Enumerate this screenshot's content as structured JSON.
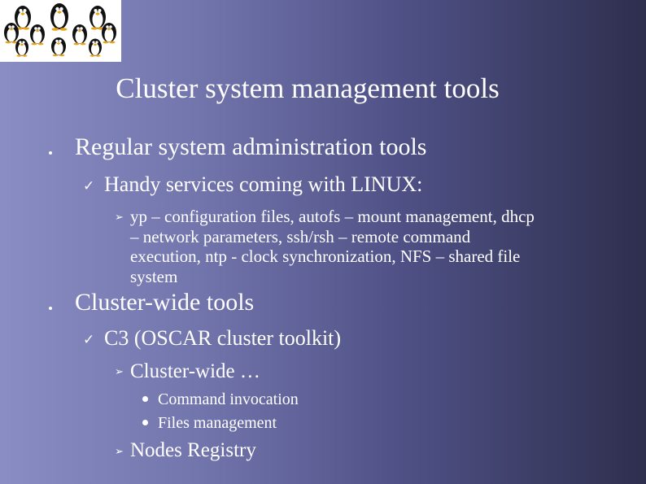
{
  "slide": {
    "title": "Cluster system management tools",
    "colors": {
      "bg_left": "#8a8cc4",
      "bg_right": "#2e2f4e",
      "text": "#ffffff"
    },
    "logo_icon": "penguin-group-logo",
    "bullets": [
      {
        "level": 1,
        "marker": "small-dot",
        "text": "Regular system administration tools",
        "children": [
          {
            "level": 2,
            "marker": "checkmark",
            "text": "Handy services coming with LINUX:",
            "children": [
              {
                "level": 3,
                "marker": "arrow",
                "lines": [
                  "yp – configuration files, autofs – mount management, dhcp",
                  "– network parameters, ssh/rsh – remote command",
                  "execution, ntp -  clock synchronization, NFS – shared file",
                  "system"
                ]
              }
            ]
          }
        ]
      },
      {
        "level": 1,
        "marker": "small-dot",
        "text": "Cluster-wide tools",
        "children": [
          {
            "level": 2,
            "marker": "checkmark",
            "text": "C3 (OSCAR cluster toolkit)",
            "children": [
              {
                "level": 3,
                "marker": "arrow",
                "text": "Cluster-wide …",
                "children": [
                  {
                    "level": 4,
                    "marker": "dot",
                    "text": "Command invocation"
                  },
                  {
                    "level": 4,
                    "marker": "dot",
                    "text": "Files management"
                  }
                ]
              },
              {
                "level": 3,
                "marker": "arrow",
                "text": "Nodes Registry"
              }
            ]
          }
        ]
      }
    ]
  }
}
